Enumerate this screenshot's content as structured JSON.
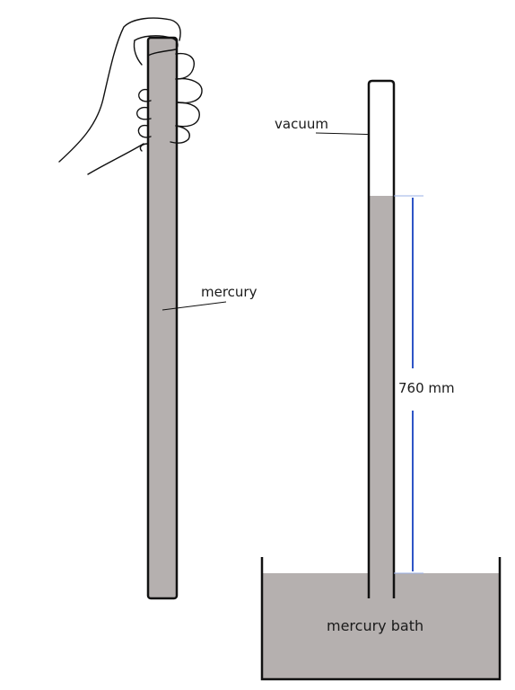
{
  "labels": {
    "vacuum": "vacuum",
    "mercury": "mercury",
    "height": "760 mm",
    "bath": "mercury bath"
  },
  "colors": {
    "mercury": "#b5b0af",
    "outline": "#111111",
    "measure_line": "#2e55c6",
    "background": "#ffffff"
  }
}
